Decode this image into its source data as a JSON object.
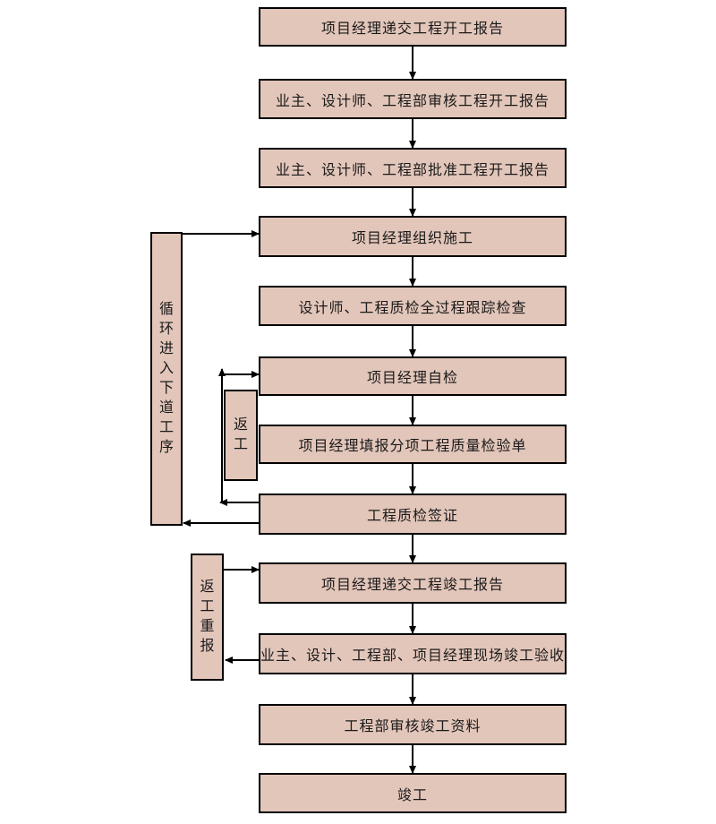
{
  "flowchart": {
    "colors": {
      "node_fill": "#e3c6ba",
      "node_border": "#000000",
      "arrow": "#000000",
      "text": "#1a1a1a",
      "background": "#ffffff"
    },
    "main_steps": [
      {
        "label": "项目经理递交工程开工报告"
      },
      {
        "label": "业主、设计师、工程部审核工程开工报告"
      },
      {
        "label": "业主、设计师、工程部批准工程开工报告"
      },
      {
        "label": "项目经理组织施工"
      },
      {
        "label": "设计师、工程质检全过程跟踪检查"
      },
      {
        "label": "项目经理自检"
      },
      {
        "label": "项目经理填报分项工程质量检验单"
      },
      {
        "label": "工程质检签证"
      },
      {
        "label": "项目经理递交工程竣工报告"
      },
      {
        "label": "业主、设计、工程部、项目经理现场竣工验收"
      },
      {
        "label": "工程部审核竣工资料"
      },
      {
        "label": "竣工"
      }
    ],
    "side_steps": {
      "loop_next_process": {
        "label": "循环进入下道工序"
      },
      "rework": {
        "label": "返工"
      },
      "rework_resubmit": {
        "label": "返工重报"
      }
    }
  }
}
